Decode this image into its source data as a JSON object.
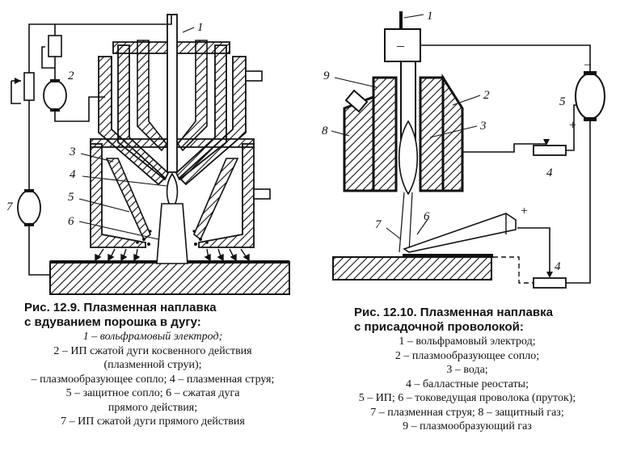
{
  "figure_left": {
    "labels": {
      "n1": "1",
      "n2": "2",
      "n3": "3",
      "n4": "4",
      "n5": "5",
      "n6": "6",
      "n7": "7"
    },
    "caption_title": [
      "Рис. 12.9. Плазменная наплавка",
      "с вдуванием порошка в дугу:"
    ],
    "caption_lines": [
      "1 – вольфрамовый электрод;",
      "2 – ИП сжатой дуги косвенного действия",
      "(плазменной струи);",
      "– плазмообразующее сопло; 4 – плазменная струя;",
      "5 – защитное сопло; 6 – сжатая дуга",
      "прямого действия;",
      "7 – ИП сжатой дуги прямого действия"
    ]
  },
  "figure_right": {
    "labels": {
      "n1": "1",
      "n2": "2",
      "n3": "3",
      "n4a": "4",
      "n4b": "4",
      "n5": "5",
      "n6": "6",
      "n7": "7",
      "n8": "8",
      "n9": "9"
    },
    "signs": {
      "minus_top": "–",
      "minus_motor": "–",
      "plus_motor": "+",
      "plus_wire": "+"
    },
    "caption_title": [
      "Рис. 12.10. Плазменная наплавка",
      "с присадочной проволокой:"
    ],
    "caption_lines": [
      "1 – вольфрамовый электрод;",
      "2 – плазмообразующее сопло;",
      "3 – вода;",
      "4 – балластные реостаты;",
      "5 – ИП; 6 – токоведущая проволока (пруток);",
      "7 – плазменная струя; 8 – защитный газ;",
      "9 – плазмообразующий газ"
    ]
  }
}
